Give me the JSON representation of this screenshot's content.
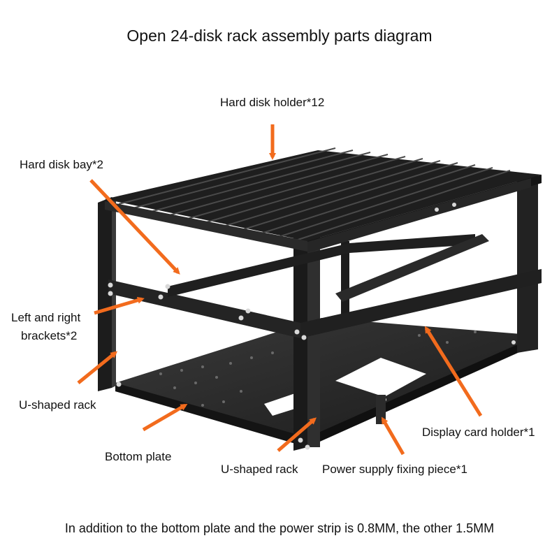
{
  "title": "Open 24-disk rack assembly parts diagram",
  "labels": {
    "hard_disk_holder": "Hard disk holder*12",
    "hard_disk_bay": "Hard disk bay*2",
    "brackets_line1": "Left and right",
    "brackets_line2": "brackets*2",
    "u_rack_left": "U-shaped rack",
    "bottom_plate": "Bottom plate",
    "u_rack_front": "U-shaped rack",
    "display_card_holder": "Display card holder*1",
    "psu_fixing_piece": "Power supply fixing piece*1"
  },
  "footer": "In addition to the bottom plate and the power strip is 0.8MM, the other 1.5MM",
  "colors": {
    "arrow": "#f26b1d",
    "frame": "#1c1c1c",
    "frame_light": "#3a3a3a",
    "plate": "#2b2b2b",
    "bolt": "#d8d8d8"
  }
}
